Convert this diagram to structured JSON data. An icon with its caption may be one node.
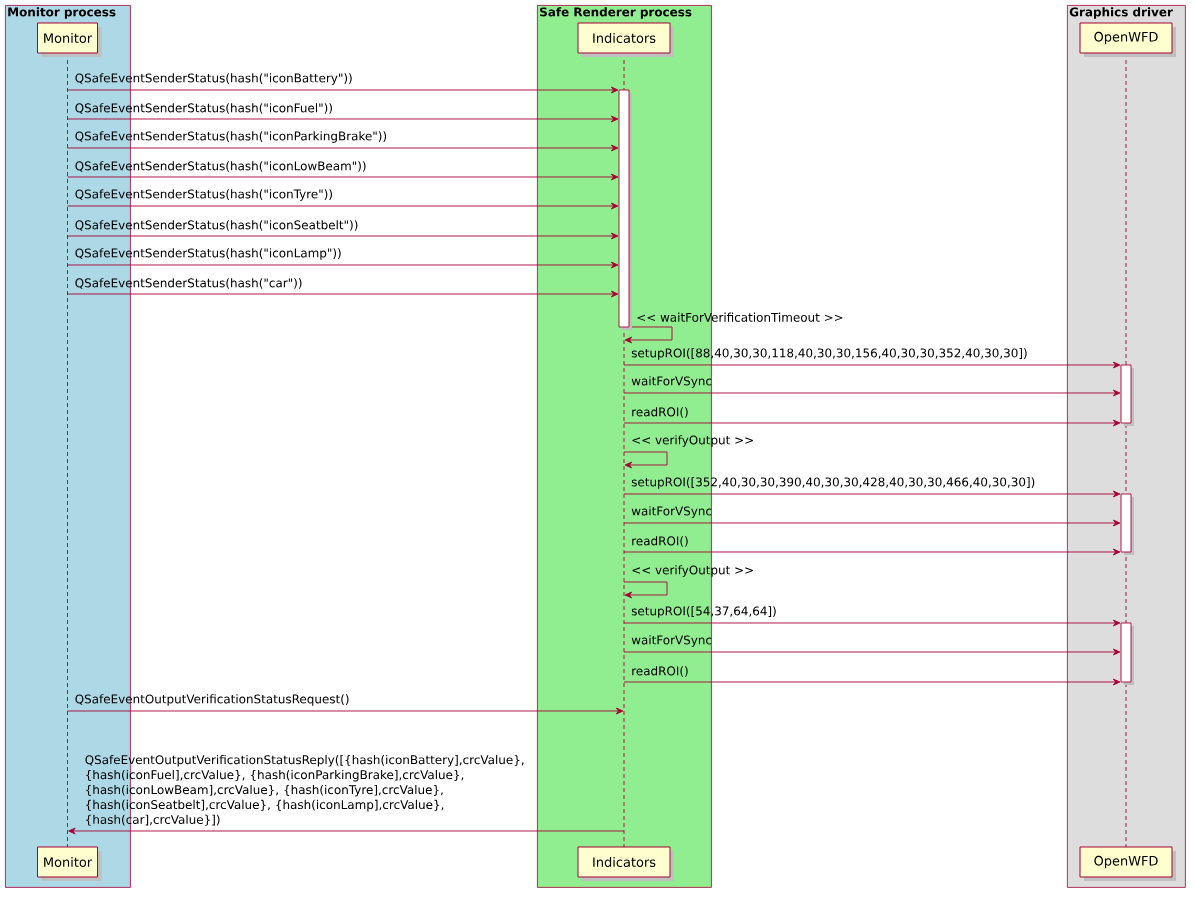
{
  "diagram": {
    "nodes": [
      {
        "text": [
          "Monitor process"
        ]
      },
      {
        "text": [
          "Safe Renderer process"
        ]
      },
      {
        "text": [
          "Graphics driver"
        ]
      },
      {
        "text": [
          "Monitor",
          "Monitor"
        ],
        "in": 0
      },
      {
        "text": [
          "Indicators",
          "Indicators"
        ],
        "in": 1
      },
      {
        "text": [
          "OpenWFD",
          "OpenWFD"
        ],
        "in": 2
      }
    ],
    "edges": [
      {
        "from": 3,
        "to": 4,
        "arrow": "to",
        "label": "QSafeEventSenderStatus(hash(\"iconBattery\"))"
      },
      {
        "from": 3,
        "to": 4,
        "arrow": "to",
        "label": "QSafeEventSenderStatus(hash(\"iconFuel\"))"
      },
      {
        "from": 3,
        "to": 4,
        "arrow": "to",
        "label": "QSafeEventSenderStatus(hash(\"iconParkingBrake\"))"
      },
      {
        "from": 3,
        "to": 4,
        "arrow": "to",
        "label": "QSafeEventSenderStatus(hash(\"iconLowBeam\"))"
      },
      {
        "from": 3,
        "to": 4,
        "arrow": "to",
        "label": "QSafeEventSenderStatus(hash(\"iconTyre\"))"
      },
      {
        "from": 3,
        "to": 4,
        "arrow": "to",
        "label": "QSafeEventSenderStatus(hash(\"iconSeatbelt\"))"
      },
      {
        "from": 3,
        "to": 4,
        "arrow": "to",
        "label": "QSafeEventSenderStatus(hash(\"iconLamp\"))"
      },
      {
        "from": 3,
        "to": 4,
        "arrow": "to",
        "label": "QSafeEventSenderStatus(hash(\"car\"))"
      },
      {
        "from": 4,
        "to": 4,
        "arrow": "to",
        "label": "<< waitForVerificationTimeout >>"
      },
      {
        "from": 4,
        "to": 5,
        "arrow": "to",
        "label": "setupROI([88,40,30,30,118,40,30,30,156,40,30,30,352,40,30,30])"
      },
      {
        "from": 4,
        "to": 5,
        "arrow": "to",
        "label": "waitForVSync"
      },
      {
        "from": 4,
        "to": 5,
        "arrow": "to",
        "label": "readROI()"
      },
      {
        "from": 4,
        "to": 4,
        "arrow": "to",
        "label": "<< verifyOutput >>"
      },
      {
        "from": 4,
        "to": 5,
        "arrow": "to",
        "label": "setupROI([352,40,30,30,390,40,30,30,428,40,30,30,466,40,30,30])"
      },
      {
        "from": 4,
        "to": 5,
        "arrow": "to",
        "label": "waitForVSync"
      },
      {
        "from": 4,
        "to": 5,
        "arrow": "to",
        "label": "readROI()"
      },
      {
        "from": 4,
        "to": 4,
        "arrow": "to",
        "label": "<< verifyOutput >>"
      },
      {
        "from": 4,
        "to": 5,
        "arrow": "to",
        "label": "setupROI([54,37,64,64])"
      },
      {
        "from": 4,
        "to": 5,
        "arrow": "to",
        "label": "waitForVSync"
      },
      {
        "from": 4,
        "to": 5,
        "arrow": "to",
        "label": "readROI()"
      },
      {
        "from": 3,
        "to": 4,
        "arrow": "to",
        "label": "QSafeEventOutputVerificationStatusRequest()"
      },
      {
        "from": 4,
        "to": 3,
        "arrow": "to",
        "label": "QSafeEventOutputVerificationStatusReply([{hash(iconBattery],crcValue}, {hash(iconFuel],crcValue}, {hash(iconParkingBrake],crcValue}, {hash(iconLowBeam],crcValue}, {hash(iconTyre],crcValue}, {hash(iconSeatbelt],crcValue}, {hash(iconLamp],crcValue}, {hash(car],crcValue}])"
      }
    ]
  }
}
